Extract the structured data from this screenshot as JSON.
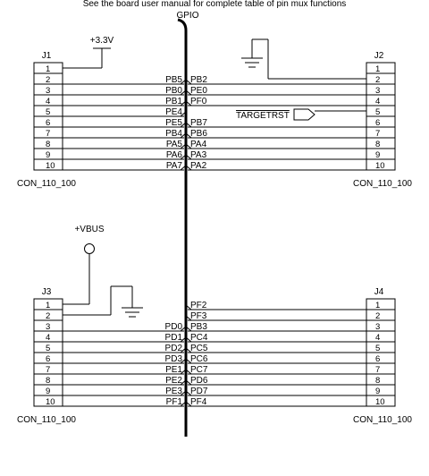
{
  "title": "See the board user manual for complete table of pin mux functions",
  "bus_label": "GPIO",
  "power": {
    "v33": "+3.3V",
    "vbus": "+VBUS"
  },
  "connectors": [
    {
      "ref": "J1",
      "part": "CON_110_100",
      "side": "left",
      "group": 0
    },
    {
      "ref": "J2",
      "part": "CON_110_100",
      "side": "right",
      "group": 0
    },
    {
      "ref": "J3",
      "part": "CON_110_100",
      "side": "left",
      "group": 1
    },
    {
      "ref": "J4",
      "part": "CON_110_100",
      "side": "right",
      "group": 1
    }
  ],
  "pins": [
    "1",
    "2",
    "3",
    "4",
    "5",
    "6",
    "7",
    "8",
    "9",
    "10"
  ],
  "nets": {
    "J1": [
      "",
      "PB5",
      "PB0",
      "PB1",
      "PE4",
      "PE5",
      "PB4",
      "PA5",
      "PA6",
      "PA7"
    ],
    "J2": [
      "",
      "PB2",
      "PE0",
      "PF0",
      "",
      "PB7",
      "PB6",
      "PA4",
      "PA3",
      "PA2"
    ],
    "J3": [
      "",
      "",
      "PD0",
      "PD1",
      "PD2",
      "PD3",
      "PE1",
      "PE2",
      "PE3",
      "PF1"
    ],
    "J4": [
      "PF2",
      "PF3",
      "PB3",
      "PC4",
      "PC5",
      "PC6",
      "PC7",
      "PD6",
      "PD7",
      "PF4"
    ]
  },
  "target_rst": "TARGETRST"
}
